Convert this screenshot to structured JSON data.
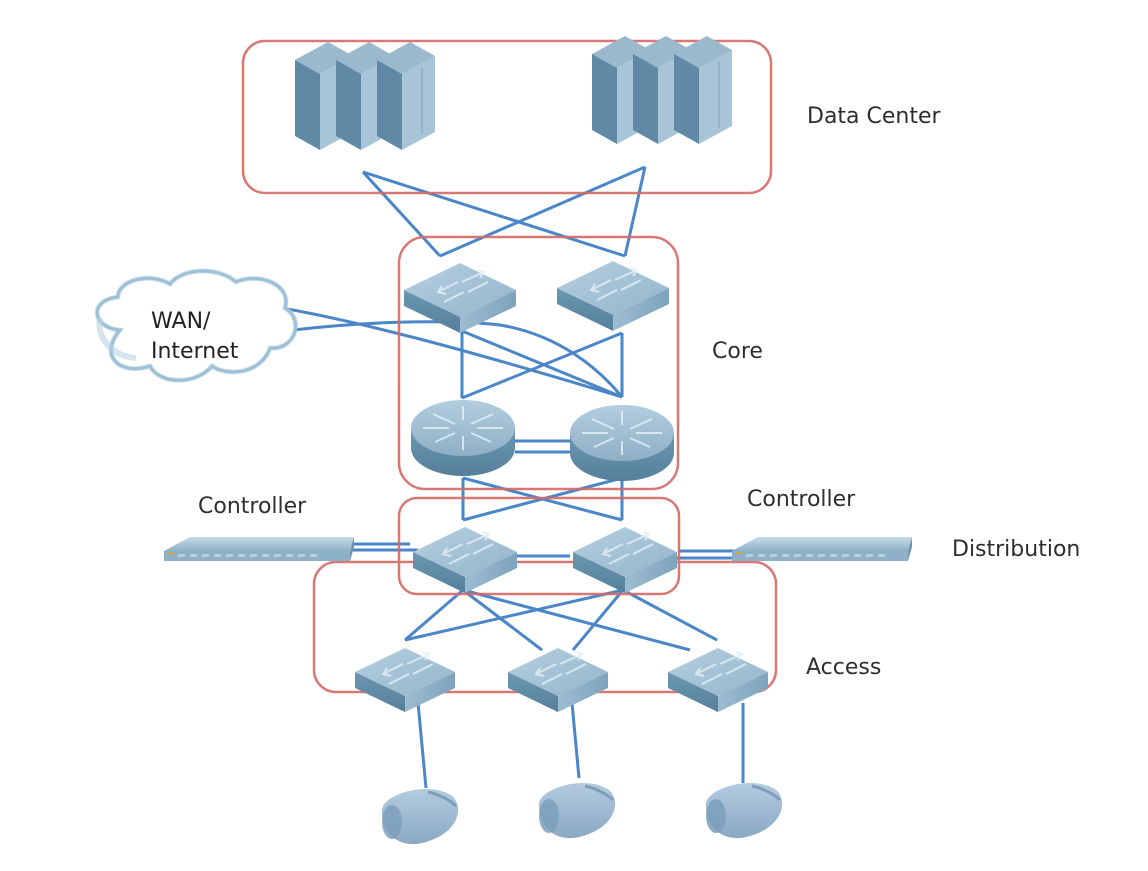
{
  "diagram": {
    "title": "Campus network hierarchy",
    "colors": {
      "zone_border": "#d46a66",
      "link": "#4a86c8",
      "device_light": "#a9c4d8",
      "device_mid": "#8fb0c8",
      "device_dark": "#5f8aa6",
      "text": "#2e2e2e"
    },
    "zones": [
      {
        "id": "data-center",
        "label": "Data Center"
      },
      {
        "id": "core",
        "label": "Core"
      },
      {
        "id": "distribution",
        "label": "Distribution"
      },
      {
        "id": "access",
        "label": "Access"
      }
    ],
    "cloud": {
      "line1": "WAN/",
      "line2": "Internet"
    },
    "controllers": [
      {
        "id": "controller-left",
        "label": "Controller"
      },
      {
        "id": "controller-right",
        "label": "Controller"
      }
    ],
    "devices": {
      "server_racks": [
        "server-rack-left",
        "server-rack-right"
      ],
      "core_switches": [
        "core-switch-left",
        "core-switch-right"
      ],
      "core_routers": [
        "core-router-left",
        "core-router-right"
      ],
      "distribution_switches": [
        "distribution-switch-left",
        "distribution-switch-right"
      ],
      "access_switches": [
        "access-switch-1",
        "access-switch-2",
        "access-switch-3"
      ],
      "access_points": [
        "access-point-1",
        "access-point-2",
        "access-point-3"
      ]
    }
  }
}
